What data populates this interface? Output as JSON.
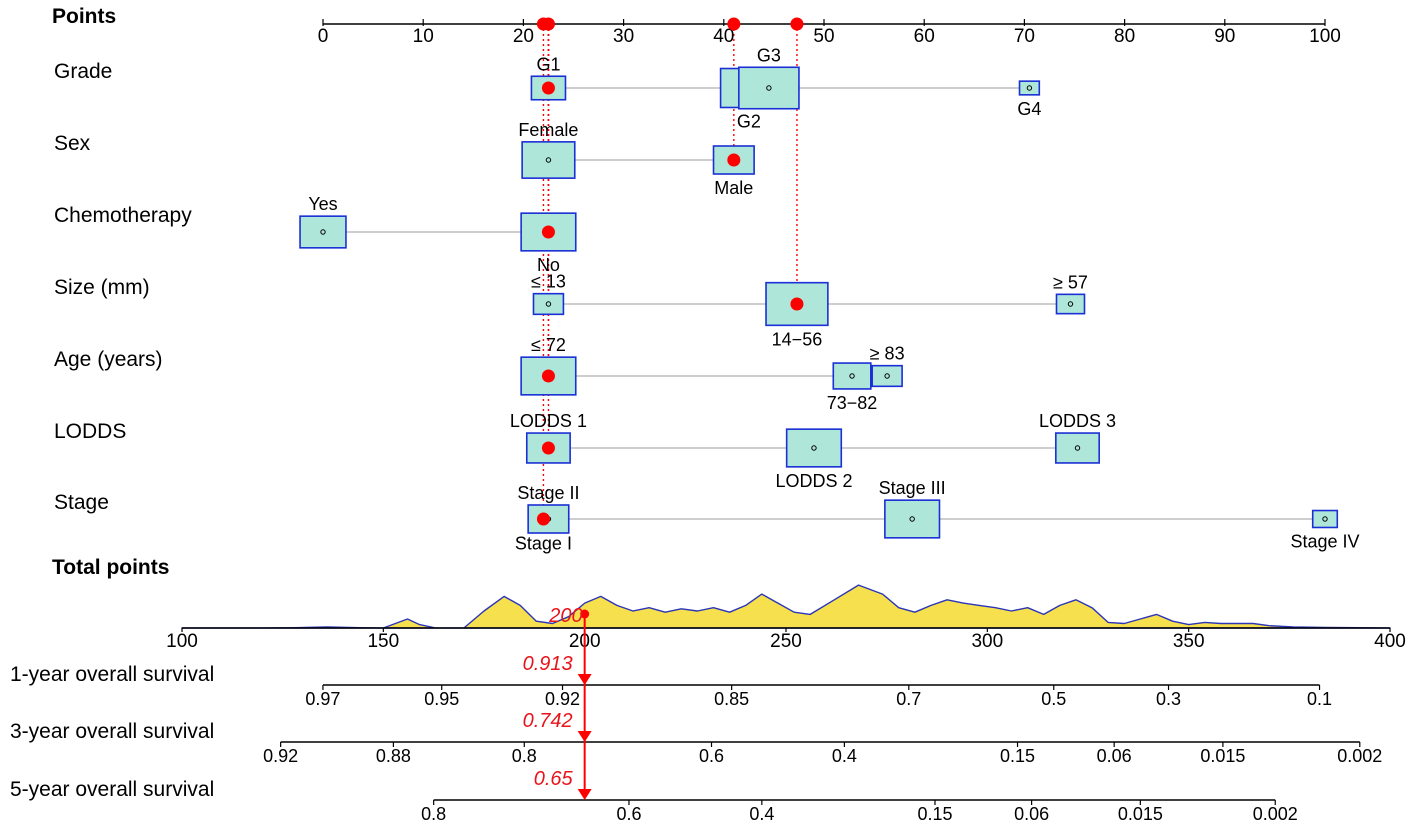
{
  "chart_data": {
    "type": "nomogram",
    "points_axis": {
      "label": "Points",
      "min": 0,
      "max": 100,
      "ticks": [
        0,
        10,
        20,
        30,
        40,
        50,
        60,
        70,
        80,
        90,
        100
      ]
    },
    "variables": [
      {
        "name": "Grade",
        "levels": [
          {
            "label": "G1",
            "points": 22.5,
            "label_pos": "above",
            "freq": 0.15
          },
          {
            "label": "G2",
            "points": 42.5,
            "label_pos": "below",
            "freq": 0.6
          },
          {
            "label": "G3",
            "points": 44.5,
            "label_pos": "above",
            "freq": 0.7
          },
          {
            "label": "G4",
            "points": 70.5,
            "label_pos": "below",
            "freq": 0.02
          }
        ],
        "selected_points": 22.5
      },
      {
        "name": "Sex",
        "levels": [
          {
            "label": "Female",
            "points": 22.5,
            "label_pos": "above",
            "freq": 0.5
          },
          {
            "label": "Male",
            "points": 41,
            "label_pos": "below",
            "freq": 0.25
          }
        ],
        "selected_points": 41
      },
      {
        "name": "Chemotherapy",
        "levels": [
          {
            "label": "Yes",
            "points": 0,
            "label_pos": "above",
            "freq": 0.35
          },
          {
            "label": "No",
            "points": 22.5,
            "label_pos": "below",
            "freq": 0.55
          }
        ],
        "selected_points": 22.5
      },
      {
        "name": "Size (mm)",
        "levels": [
          {
            "label": "≤ 13",
            "points": 22.5,
            "label_pos": "above",
            "freq": 0.1
          },
          {
            "label": "14−56",
            "points": 47.3,
            "label_pos": "below",
            "freq": 0.75
          },
          {
            "label": "≥ 57",
            "points": 74.6,
            "label_pos": "above",
            "freq": 0.08
          }
        ],
        "selected_points": 47.3
      },
      {
        "name": "Age (years)",
        "levels": [
          {
            "label": "≤ 72",
            "points": 22.5,
            "label_pos": "above",
            "freq": 0.55
          },
          {
            "label": "73−82",
            "points": 52.8,
            "label_pos": "below",
            "freq": 0.2
          },
          {
            "label": "≥ 83",
            "points": 56.3,
            "label_pos": "above",
            "freq": 0.1
          }
        ],
        "selected_points": 22.5
      },
      {
        "name": "LODDS",
        "levels": [
          {
            "label": "LODDS 1",
            "points": 22.5,
            "label_pos": "above",
            "freq": 0.3
          },
          {
            "label": "LODDS 2",
            "points": 49,
            "label_pos": "below",
            "freq": 0.55
          },
          {
            "label": "LODDS 3",
            "points": 75.3,
            "label_pos": "above",
            "freq": 0.3
          }
        ],
        "selected_points": 22.5
      },
      {
        "name": "Stage",
        "levels": [
          {
            "label": "Stage I",
            "points": 22.0,
            "label_pos": "below",
            "freq": 0.1
          },
          {
            "label": "Stage II",
            "points": 22.5,
            "label_pos": "above",
            "freq": 0.25
          },
          {
            "label": "Stage III",
            "points": 58.8,
            "label_pos": "above",
            "freq": 0.55
          },
          {
            "label": "Stage IV",
            "points": 100,
            "label_pos": "below",
            "freq": 0.05
          }
        ],
        "selected_points": 22.0
      }
    ],
    "total_points_axis": {
      "label": "Total points",
      "min": 100,
      "max": 400,
      "ticks": [
        100,
        150,
        200,
        250,
        300,
        350,
        400
      ],
      "selected": 200,
      "selected_label": "200",
      "density": [
        [
          100,
          0
        ],
        [
          120,
          0
        ],
        [
          128,
          0.3
        ],
        [
          136,
          1
        ],
        [
          144,
          0.3
        ],
        [
          150,
          0
        ],
        [
          153,
          4
        ],
        [
          156,
          8
        ],
        [
          159,
          3
        ],
        [
          163,
          0
        ],
        [
          170,
          0
        ],
        [
          175,
          15
        ],
        [
          180,
          28
        ],
        [
          184,
          20
        ],
        [
          188,
          6
        ],
        [
          192,
          4
        ],
        [
          196,
          10
        ],
        [
          200,
          22
        ],
        [
          204,
          28
        ],
        [
          208,
          20
        ],
        [
          212,
          15
        ],
        [
          216,
          18
        ],
        [
          220,
          14
        ],
        [
          224,
          17
        ],
        [
          228,
          15
        ],
        [
          232,
          18
        ],
        [
          236,
          14
        ],
        [
          240,
          20
        ],
        [
          244,
          30
        ],
        [
          248,
          22
        ],
        [
          252,
          14
        ],
        [
          256,
          12
        ],
        [
          262,
          25
        ],
        [
          268,
          38
        ],
        [
          274,
          30
        ],
        [
          278,
          18
        ],
        [
          282,
          14
        ],
        [
          286,
          20
        ],
        [
          290,
          25
        ],
        [
          294,
          22
        ],
        [
          298,
          20
        ],
        [
          302,
          18
        ],
        [
          306,
          15
        ],
        [
          310,
          18
        ],
        [
          314,
          12
        ],
        [
          318,
          20
        ],
        [
          322,
          25
        ],
        [
          326,
          18
        ],
        [
          330,
          5
        ],
        [
          334,
          4
        ],
        [
          338,
          8
        ],
        [
          342,
          12
        ],
        [
          346,
          6
        ],
        [
          350,
          3
        ],
        [
          354,
          5
        ],
        [
          358,
          4
        ],
        [
          362,
          4
        ],
        [
          366,
          4
        ],
        [
          370,
          2
        ],
        [
          376,
          1
        ],
        [
          384,
          0.5
        ],
        [
          400,
          0
        ]
      ]
    },
    "survival_axes": [
      {
        "label": "1-year overall survival",
        "selected_value": 0.913,
        "selected_label": "0.913",
        "ticks": [
          {
            "label": "0.97",
            "total": 135
          },
          {
            "label": "0.95",
            "total": 164.5
          },
          {
            "label": "0.92",
            "total": 194.5
          },
          {
            "label": "0.85",
            "total": 236.5
          },
          {
            "label": "0.7",
            "total": 280.5
          },
          {
            "label": "0.5",
            "total": 316.5
          },
          {
            "label": "0.3",
            "total": 345
          },
          {
            "label": "0.1",
            "total": 382.5
          }
        ]
      },
      {
        "label": "3-year overall survival",
        "selected_value": 0.742,
        "selected_label": "0.742",
        "ticks": [
          {
            "label": "0.92",
            "total": 124.5
          },
          {
            "label": "0.88",
            "total": 152.5
          },
          {
            "label": "0.8",
            "total": 185
          },
          {
            "label": "0.6",
            "total": 231.5
          },
          {
            "label": "0.4",
            "total": 264.5
          },
          {
            "label": "0.15",
            "total": 307.5
          },
          {
            "label": "0.06",
            "total": 331.5
          },
          {
            "label": "0.015",
            "total": 358.5
          },
          {
            "label": "0.002",
            "total": 392.5
          }
        ]
      },
      {
        "label": "5-year overall survival",
        "selected_value": 0.65,
        "selected_label": "0.65",
        "ticks": [
          {
            "label": "0.8",
            "total": 162.5
          },
          {
            "label": "0.6",
            "total": 211
          },
          {
            "label": "0.4",
            "total": 244
          },
          {
            "label": "0.15",
            "total": 287
          },
          {
            "label": "0.06",
            "total": 311
          },
          {
            "label": "0.015",
            "total": 338
          },
          {
            "label": "0.002",
            "total": 371.5
          }
        ]
      }
    ],
    "colors": {
      "box_fill": "#aee6d9",
      "box_stroke": "#1a2fd6",
      "selected": "#ff0000",
      "selected_text": "#e8141c",
      "density_fill": "#f6e04d",
      "density_stroke": "#2b35b8",
      "connector": "#bdbdbd"
    }
  }
}
